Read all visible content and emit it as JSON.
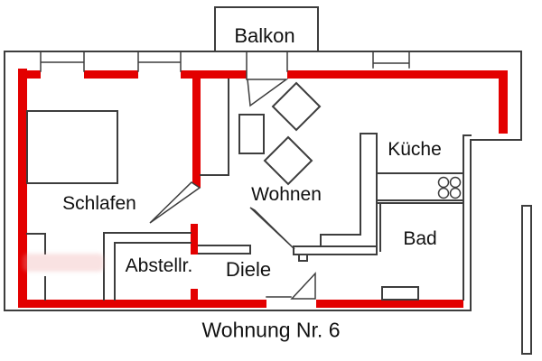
{
  "title": "Wohnung Nr. 6",
  "rooms": {
    "balkon": {
      "label": "Balkon"
    },
    "schlafen": {
      "label": "Schlafen"
    },
    "wohnen": {
      "label": "Wohnen"
    },
    "kueche": {
      "label": "Küche"
    },
    "bad": {
      "label": "Bad"
    },
    "abstellraum": {
      "label": "Abstellr."
    },
    "diele": {
      "label": "Diele"
    }
  },
  "colors": {
    "wall_highlight_red": "#e30000",
    "outline_grey": "#3d3d3d",
    "background": "#ffffff"
  }
}
